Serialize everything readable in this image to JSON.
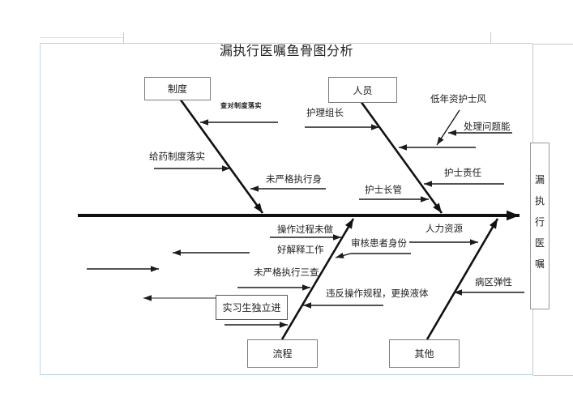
{
  "page": {
    "title": "漏执行医嘱鱼骨图分析",
    "effect_label": "漏执行医嘱"
  },
  "branches": {
    "zhidu": {
      "label": "制度",
      "causes": {
        "chadui": "查对制度落实",
        "geiyao": "给药制度落实",
        "weishen": "未严格执行身"
      }
    },
    "renyuan": {
      "label": "人员",
      "causes": {
        "hulizuzhang": "护理组长",
        "dinianzi": "低年资护士风",
        "chuli": "处理问题能",
        "hushizeren": "护士责任",
        "hushizhangguan": "护士长管"
      }
    },
    "liucheng": {
      "label": "流程",
      "causes": {
        "caozuo": "操作过程未做",
        "haojieshi": "好解释工作",
        "shenhe": "审核患者身份",
        "weisancha": "未严格执行三查",
        "weifan": "违反操作规程，更换液体",
        "shixisheng": "实习生独立进"
      }
    },
    "qita": {
      "label": "其他",
      "causes": {
        "renli": "人力资源",
        "bingqu": "病区弹性"
      }
    }
  },
  "colors": {
    "line": "#1c1c1c",
    "frame_blue": "#bcd4e6",
    "frame_gray": "#c9c9c9"
  }
}
